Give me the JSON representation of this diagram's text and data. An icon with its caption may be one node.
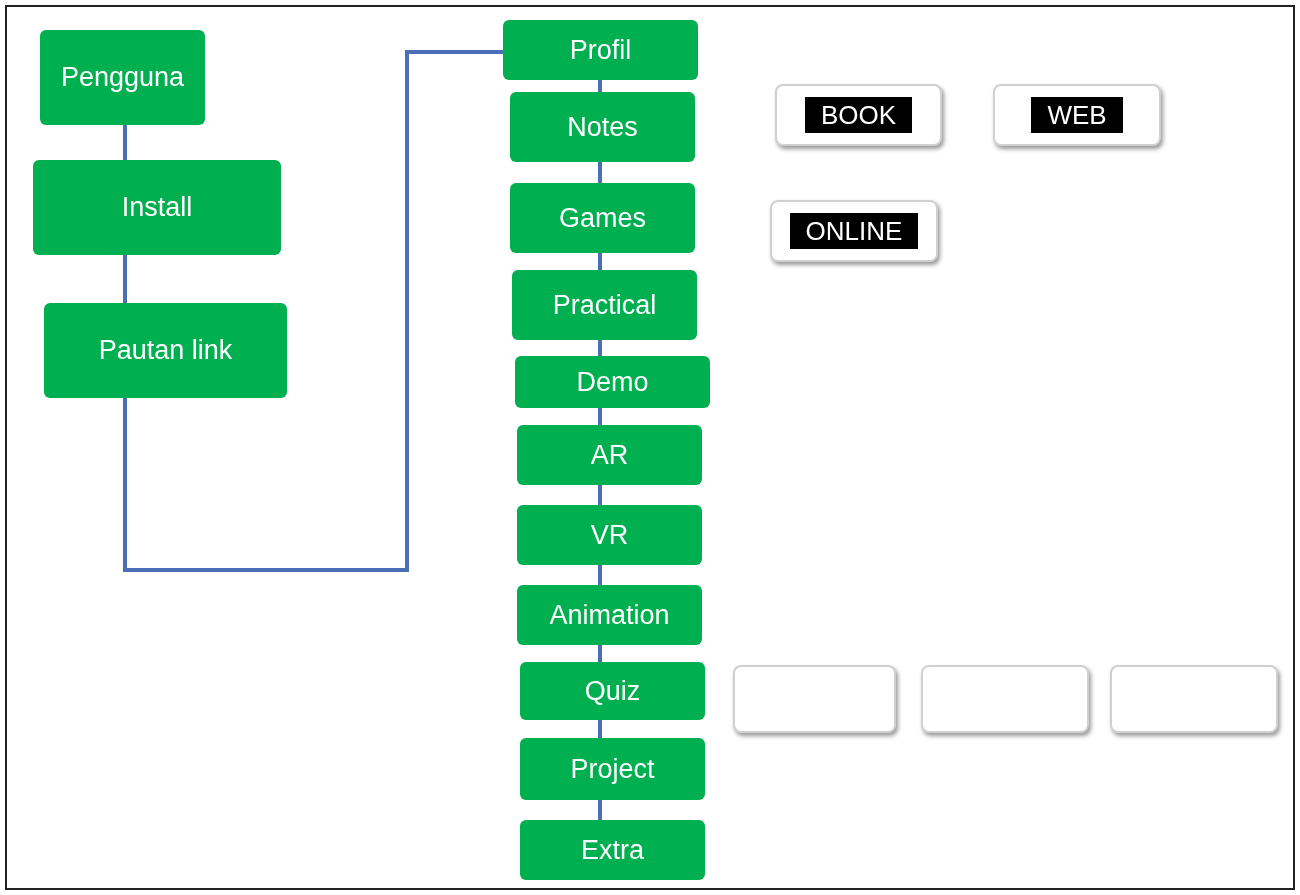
{
  "diagram": {
    "nodes": [
      {
        "text": [
          "Pengguna"
        ]
      },
      {
        "text": [
          "Install"
        ]
      },
      {
        "text": [
          "Pautan link"
        ]
      },
      {
        "text": [
          "Profil"
        ]
      },
      {
        "text": [
          "Notes"
        ]
      },
      {
        "text": [
          "Games"
        ]
      },
      {
        "text": [
          "Practical"
        ]
      },
      {
        "text": [
          "Demo"
        ]
      },
      {
        "text": [
          "AR"
        ]
      },
      {
        "text": [
          "VR"
        ]
      },
      {
        "text": [
          "Animation"
        ]
      },
      {
        "text": [
          "Quiz"
        ]
      },
      {
        "text": [
          "Project"
        ]
      },
      {
        "text": [
          "Extra"
        ]
      },
      {
        "text": [
          "BOOK"
        ]
      },
      {
        "text": [
          "WEB"
        ]
      },
      {
        "text": [
          "ONLINE"
        ]
      },
      {
        "text": [],
        "shape": "box"
      },
      {
        "text": [],
        "shape": "box"
      },
      {
        "text": [],
        "shape": "box"
      }
    ],
    "edges": [
      {
        "from": 0,
        "to": 1,
        "arrow": "none"
      },
      {
        "from": 1,
        "to": 2,
        "arrow": "none"
      },
      {
        "from": 2,
        "to": 3,
        "arrow": "none"
      },
      {
        "from": 3,
        "to": 4,
        "arrow": "none"
      },
      {
        "from": 4,
        "to": 5,
        "arrow": "none"
      },
      {
        "from": 5,
        "to": 6,
        "arrow": "none"
      },
      {
        "from": 6,
        "to": 7,
        "arrow": "none"
      },
      {
        "from": 7,
        "to": 8,
        "arrow": "none"
      },
      {
        "from": 8,
        "to": 9,
        "arrow": "none"
      },
      {
        "from": 9,
        "to": 10,
        "arrow": "none"
      },
      {
        "from": 10,
        "to": 11,
        "arrow": "none"
      },
      {
        "from": 11,
        "to": 12,
        "arrow": "none"
      },
      {
        "from": 12,
        "to": 13,
        "arrow": "none"
      }
    ]
  }
}
